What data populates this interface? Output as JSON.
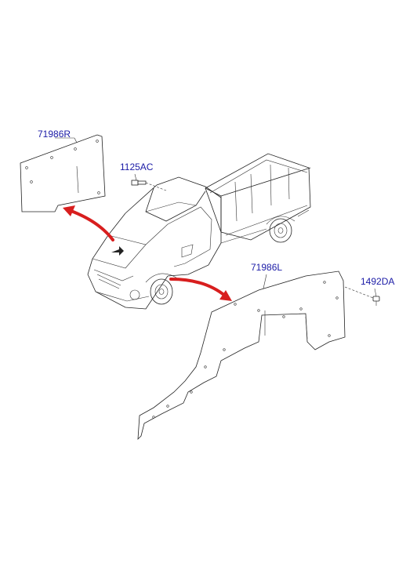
{
  "diagram": {
    "parts": [
      {
        "id": "71986R",
        "label": "71986R"
      },
      {
        "id": "1125AC",
        "label": "1125AC"
      },
      {
        "id": "71986L",
        "label": "71986L"
      },
      {
        "id": "1492DA",
        "label": "1492DA"
      }
    ],
    "colors": {
      "label": "#1a1aa6",
      "arrow": "#d81e1e",
      "line": "#222222"
    },
    "icons": [
      "truck-illustration",
      "bolt-icon",
      "screw-icon",
      "direction-arrow"
    ]
  }
}
